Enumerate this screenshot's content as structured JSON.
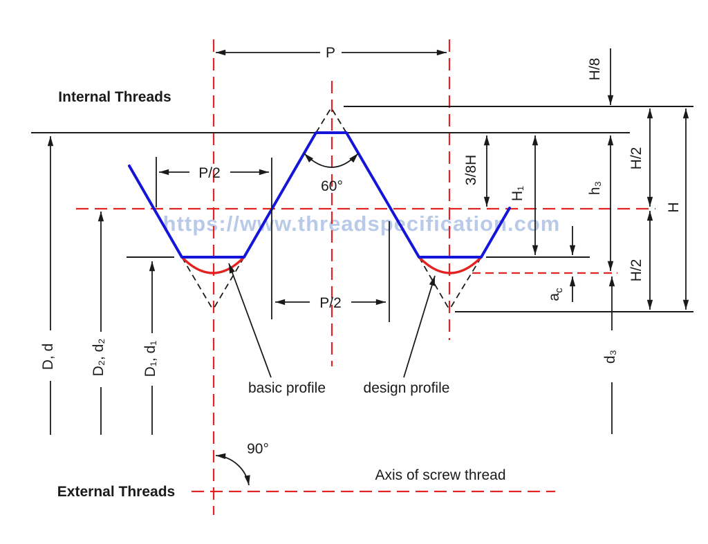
{
  "diagram": {
    "type": "engineering-thread-profile",
    "top_label": "Internal Threads",
    "bottom_label": "External Threads",
    "axis_label": "Axis of screw thread",
    "watermark": "https://www.threadspecification.com",
    "profiles": {
      "basic": "basic profile",
      "design": "design profile"
    },
    "dimensions": {
      "pitch": "P",
      "half_pitch_top": "P/2",
      "half_pitch_bottom": "P/2",
      "flank_angle": "60°",
      "axis_angle": "90°",
      "h_eighth": "H/8",
      "h_half_upper": "H/2",
      "h_half_lower": "H/2",
      "three_eighths_h": "3/8H",
      "h1": "H₁",
      "h3": "h₃",
      "h_total": "H",
      "ac_main": "a",
      "ac_sub": "c",
      "d3": "d₃",
      "major_dia": "D, d",
      "pitch_dia": "D₂, d₂",
      "minor_dia": "D₁, d₁"
    },
    "colors": {
      "profile_blue": "#1515d8",
      "root_arc_red": "#e32222",
      "centerline_red": "#e32222",
      "line_black": "#1a1a1a",
      "watermark_blue": "#b6c8e8"
    }
  }
}
